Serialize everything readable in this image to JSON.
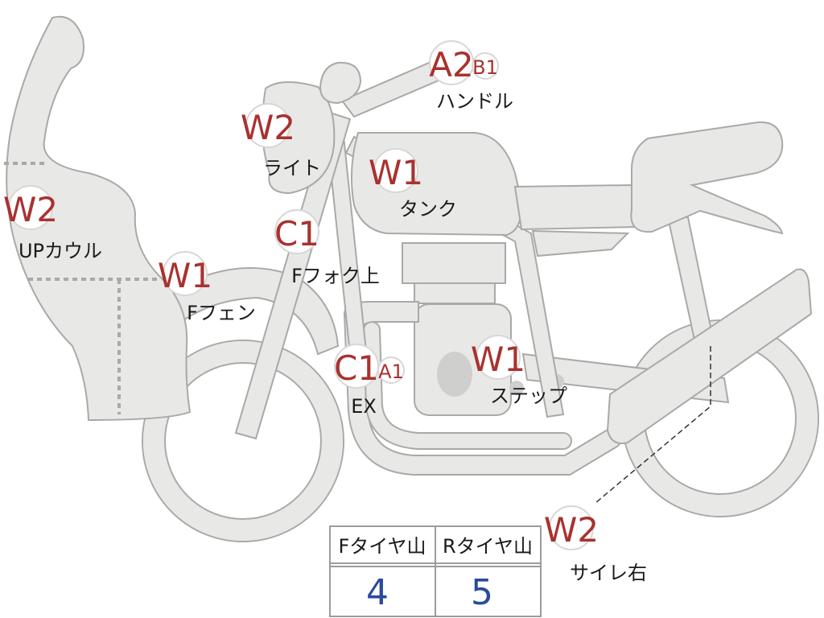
{
  "parts": [
    {
      "id": "handle",
      "code": "A2",
      "sub": "B1",
      "label": "ハンドル"
    },
    {
      "id": "light",
      "code": "W2",
      "label": "ライト"
    },
    {
      "id": "tank",
      "code": "W1",
      "label": "タンク"
    },
    {
      "id": "upcowl",
      "code": "W2",
      "label": "UPカウル"
    },
    {
      "id": "ffork",
      "code": "C1",
      "label": "Fフォク上"
    },
    {
      "id": "ffender",
      "code": "W1",
      "label": "Fフェン"
    },
    {
      "id": "ex",
      "code": "C1",
      "sub": "A1",
      "label": "EX"
    },
    {
      "id": "step",
      "code": "W1",
      "label": "ステップ"
    },
    {
      "id": "silencer",
      "code": "W2",
      "label": "サイレ右"
    }
  ],
  "tire_table": {
    "headers": [
      "Fタイヤ山",
      "Rタイヤ山"
    ],
    "values": [
      "4",
      "5"
    ]
  }
}
